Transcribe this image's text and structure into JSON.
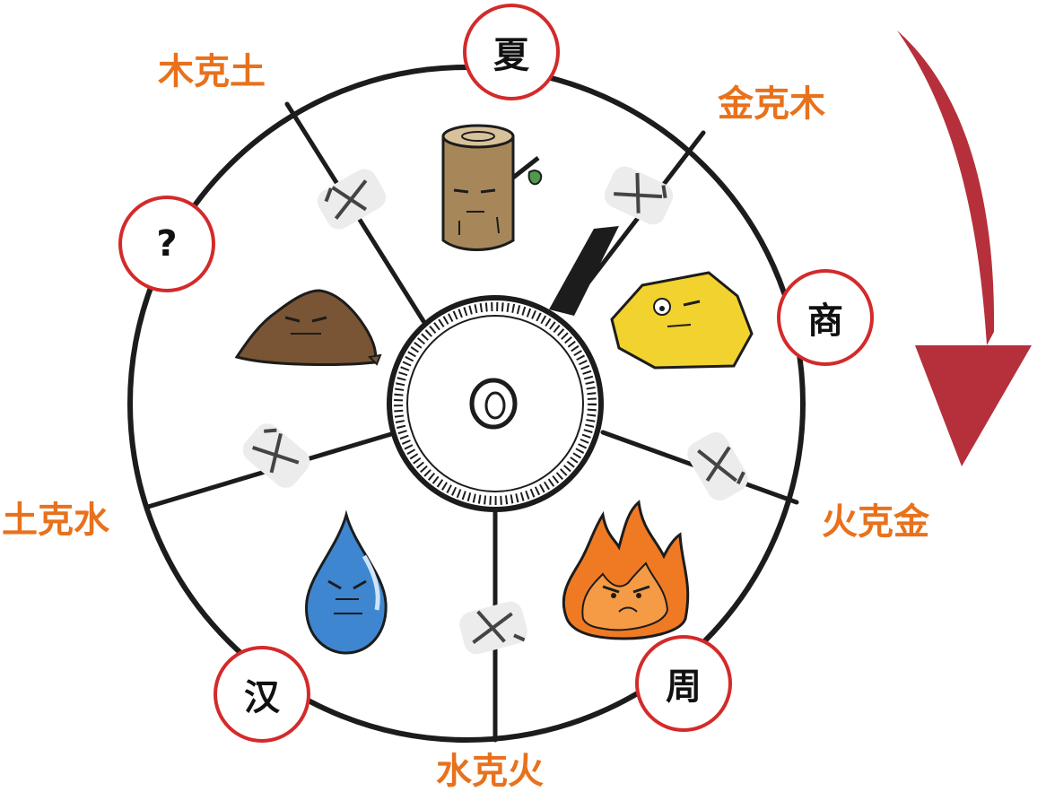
{
  "dynasties": [
    {
      "key": "xia",
      "label": "夏"
    },
    {
      "key": "shang",
      "label": "商"
    },
    {
      "key": "zhou",
      "label": "周"
    },
    {
      "key": "han",
      "label": "汉"
    },
    {
      "key": "unknown",
      "label": "?"
    }
  ],
  "relations": [
    {
      "key": "wood-earth",
      "label": "木克土"
    },
    {
      "key": "metal-wood",
      "label": "金克木"
    },
    {
      "key": "fire-metal",
      "label": "火克金"
    },
    {
      "key": "water-fire",
      "label": "水克火"
    },
    {
      "key": "earth-water",
      "label": "土克水"
    }
  ],
  "elements": [
    "wood",
    "metal",
    "fire",
    "water",
    "earth"
  ],
  "colors": {
    "relation_text": "#e8711c",
    "badge_ring": "#d42a2a",
    "arrow": "#b5303a",
    "wood": "#a7875a",
    "metal": "#f2d22e",
    "fire": "#f07a24",
    "water": "#3e86cf",
    "earth": "#7a5535",
    "outline": "#1c1c1c"
  }
}
